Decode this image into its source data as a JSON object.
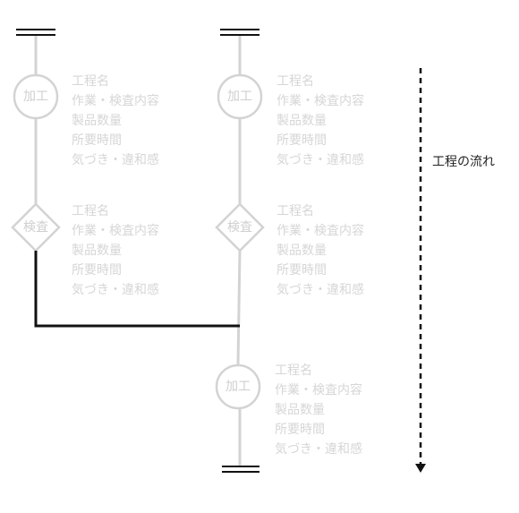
{
  "nodes": {
    "process": "加工",
    "inspection": "検査"
  },
  "info_lines": {
    "process_name": "工程名",
    "work_content": "作業・検査内容",
    "quantity": "製品数量",
    "time": "所要時間",
    "notes": "気づき・違和感"
  },
  "flow_label": "工程の流れ",
  "colors": {
    "flow_line": "#d3d3d3",
    "join_line": "#111111",
    "text_faded": "#d6d6d6",
    "arrow": "#111111"
  }
}
